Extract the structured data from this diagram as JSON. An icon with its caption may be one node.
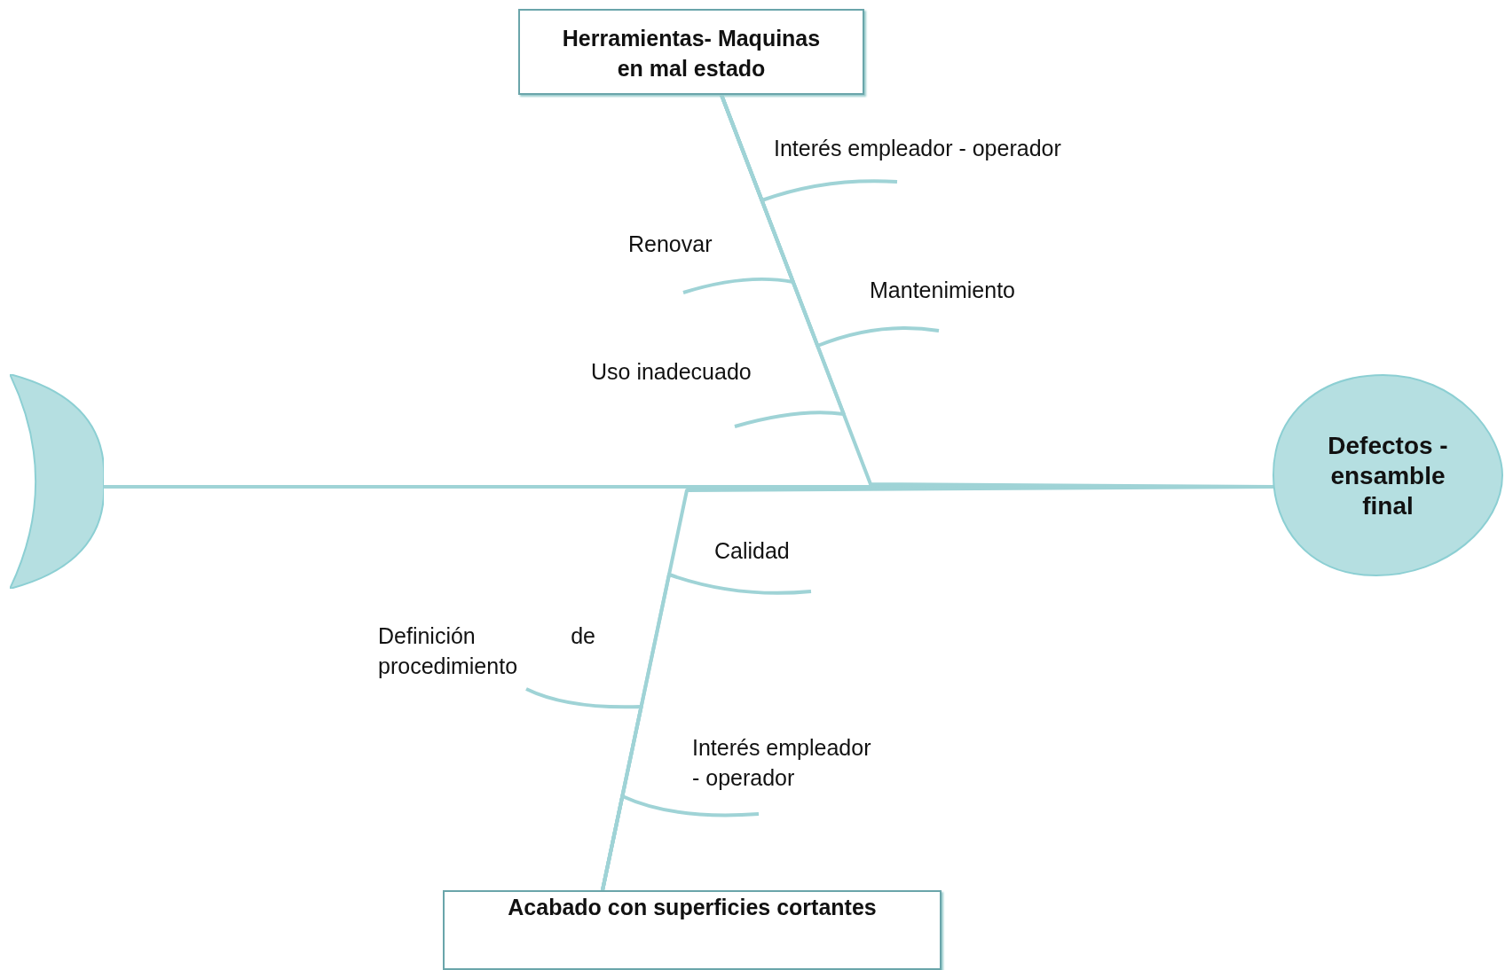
{
  "diagram": {
    "nodes": [
      {
        "text": [
          "Herramientas- Maquinas en mal estado"
        ]
      },
      {
        "text": [
          "Acabado con superficies cortantes"
        ]
      },
      {
        "text": [
          "Defectos - ensamble final"
        ]
      },
      {
        "text": [],
        "shape": "crescent"
      },
      {
        "text": [
          "Interés empleador - operador"
        ]
      },
      {
        "text": [
          "Renovar"
        ]
      },
      {
        "text": [
          "Mantenimiento"
        ]
      },
      {
        "text": [
          "Uso inadecuado"
        ]
      },
      {
        "text": [
          "Calidad"
        ]
      },
      {
        "text": [
          "Definición de procedimiento"
        ]
      },
      {
        "text": [
          "Interés empleador - operador"
        ]
      }
    ],
    "edges": [
      {
        "from": 3,
        "to": 2,
        "arrow": "none"
      },
      {
        "from": 0,
        "to": 2,
        "arrow": "none"
      },
      {
        "from": 1,
        "to": 2,
        "arrow": "none"
      },
      {
        "from": 4,
        "to": 0,
        "arrow": "none"
      },
      {
        "from": 5,
        "to": 0,
        "arrow": "none"
      },
      {
        "from": 6,
        "to": 0,
        "arrow": "none"
      },
      {
        "from": 7,
        "to": 0,
        "arrow": "none"
      },
      {
        "from": 8,
        "to": 1,
        "arrow": "none"
      },
      {
        "from": 9,
        "to": 1,
        "arrow": "none"
      },
      {
        "from": 10,
        "to": 1,
        "arrow": "none"
      }
    ]
  }
}
